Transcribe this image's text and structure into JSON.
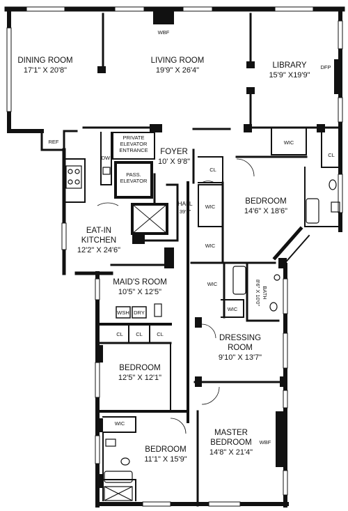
{
  "rooms": {
    "dining_room": {
      "name": "DINING ROOM",
      "dims": "17'1\" X 20'8\""
    },
    "living_room": {
      "name": "LIVING ROOM",
      "dims": "19'9\" X 26'4\""
    },
    "library": {
      "name": "LIBRARY",
      "dims": "15'9\" X19'9\""
    },
    "foyer": {
      "name": "FOYER",
      "dims": "10' X 9'8\""
    },
    "hall": {
      "name": "HALL",
      "dims": "39'9\""
    },
    "bedroom_east": {
      "name": "BEDROOM",
      "dims": "14'6\" X 18'6\""
    },
    "eat_in_kitchen": {
      "name_line1": "EAT-IN",
      "name_line2": "KITCHEN",
      "dims": "12'2\" X 24'6\""
    },
    "maids_room": {
      "name": "MAID'S ROOM",
      "dims": "10'5\" X 12'5\""
    },
    "bath": {
      "name": "BATH",
      "dims": "8'6\" X 10'0\""
    },
    "dressing_room": {
      "name": "DRESSING",
      "name_line2": "ROOM",
      "dims": "9'10\" X 13'7\""
    },
    "bedroom_middle": {
      "name": "BEDROOM",
      "dims": "12'5\" X 12'1\""
    },
    "bedroom_south": {
      "name": "BEDROOM",
      "dims": "11'1\" X 15'9\""
    },
    "master_bedroom": {
      "name_line1": "MASTER",
      "name_line2": "BEDROOM",
      "dims": "14'8\" X 21'4\""
    }
  },
  "fixtures": {
    "wbf_living": "WBF",
    "wbf_master": "WBF",
    "dfp": "DFP",
    "ref": "REF",
    "dw": "DW",
    "private_elevator_line1": "PRIVATE",
    "private_elevator_line2": "ELEVATOR",
    "private_elevator_line3": "ENTRANCE",
    "pass_elevator_line1": "PASS.",
    "pass_elevator_line2": "ELEVATOR",
    "wsh": "WSH",
    "dry": "DRY",
    "cl": "CL",
    "wic": "WIC"
  }
}
